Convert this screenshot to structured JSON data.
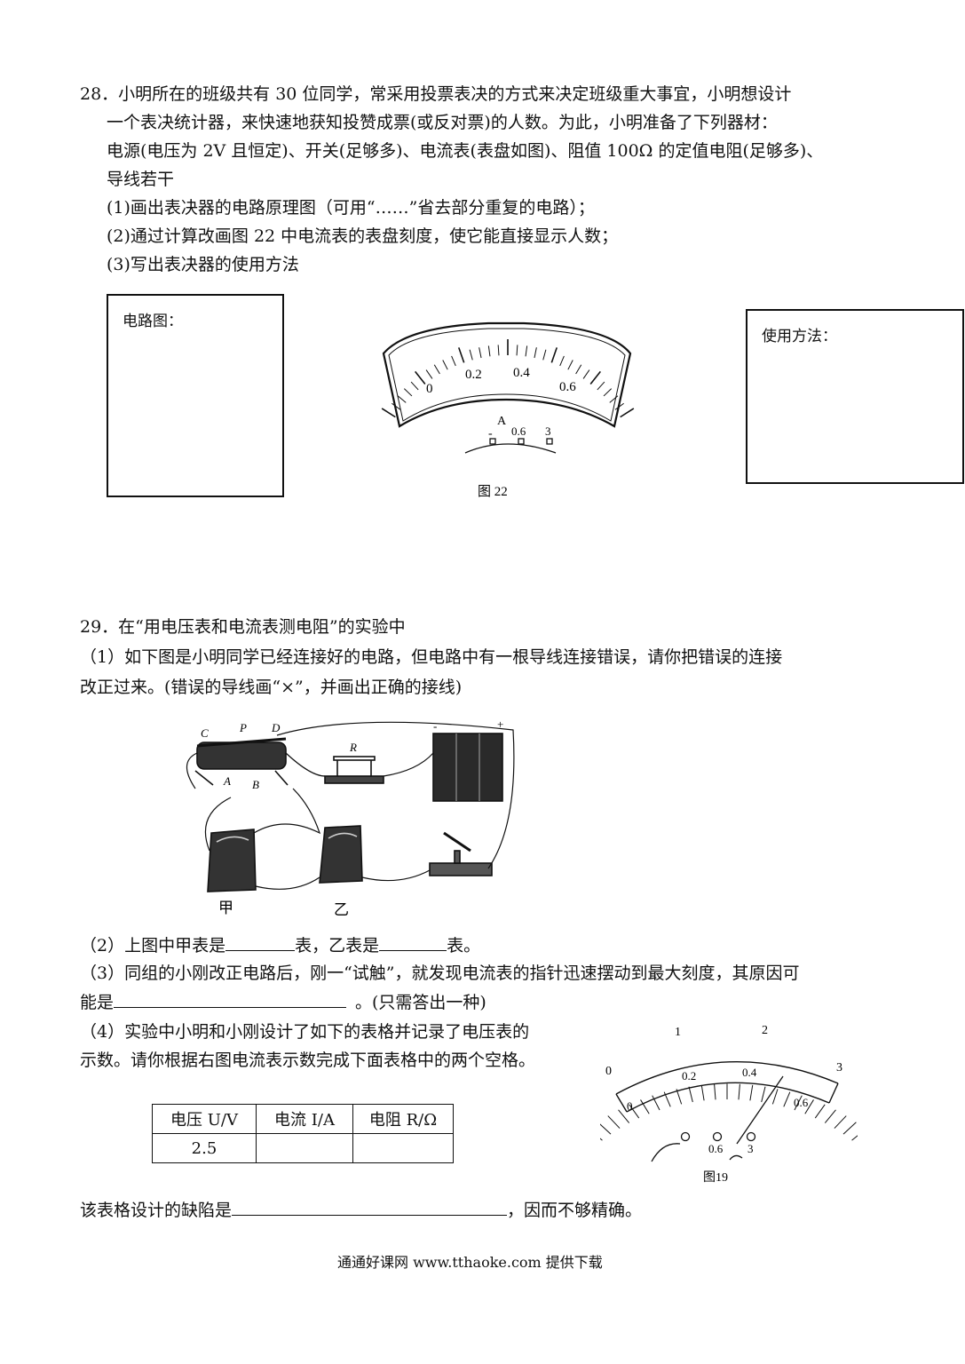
{
  "q28": {
    "line1": "28．小明所在的班级共有 30 位同学，常采用投票表决的方式来决定班级重大事宜，小明想设计",
    "line2": "一个表决统计器，来快速地获知投赞成票(或反对票)的人数。为此，小明准备了下列器材：",
    "line3": "电源(电压为 2V 且恒定)、开关(足够多)、电流表(表盘如图)、阻值 100Ω 的定值电阻(足够多)、",
    "line4": "导线若干",
    "sub1": "(1)画出表决器的电路原理图（可用“……”省去部分重复的电路）；",
    "sub2": "(2)通过计算改画图 22 中电流表的表盘刻度，使它能直接显示人数；",
    "sub3": "(3)写出表决器的使用方法",
    "circuit_box_label": "电路图：",
    "usage_box_label": "使用方法：",
    "figure": {
      "scale_labels": [
        "0",
        "0.2",
        "0.4",
        "0.6"
      ],
      "terminal_unit": "A",
      "terminals": [
        "-",
        "0.6",
        "3"
      ],
      "caption": "图 22"
    }
  },
  "q29": {
    "title": "29．在“用电压表和电流表测电阻”的实验中",
    "p1_line1": "（1）如下图是小明同学已经连接好的电路，但电路中有一根导线连接错误，请你把错误的连接",
    "p1_line2": "改正过来。(错误的导线画“×”，并画出正确的接线)",
    "circuit": {
      "rheostat_labels": [
        "C",
        "P",
        "D",
        "A",
        "B"
      ],
      "resistor_label": "R",
      "battery_minus": "-",
      "battery_plus": "+",
      "meter1_label": "甲",
      "meter2_label": "乙"
    },
    "p2_a": "（2）上图中甲表是",
    "p2_b": "表，乙表是",
    "p2_c": "表。",
    "p3_line1": "（3）同组的小刚改正电路后，刚一“试触”，就发现电流表的指针迅速摆动到最大刻度，其原因可",
    "p3_a": "能是",
    "p3_b": "。(只需答出一种)",
    "p4_line1": "（4）实验中小明和小刚设计了如下的表格并记录了电压表的",
    "p4_line2": "示数。请你根据右图电流表示数完成下面表格中的两个空格。",
    "table": {
      "headers": [
        "电压 U/V",
        "电流 I/A",
        "电阻 R/Ω"
      ],
      "row": [
        "2.5",
        "",
        ""
      ]
    },
    "figure19": {
      "outer_labels": [
        "0",
        "1",
        "2",
        "3"
      ],
      "inner_labels": [
        "0",
        "0.2",
        "0.4",
        "0.6"
      ],
      "terminals": [
        "0.6",
        "3"
      ],
      "caption": "图19"
    },
    "defect_a": "该表格设计的缺陷是",
    "defect_b": "，因而不够精确。"
  },
  "footer": "通通好课网  www.tthaoke.com  提供下载"
}
